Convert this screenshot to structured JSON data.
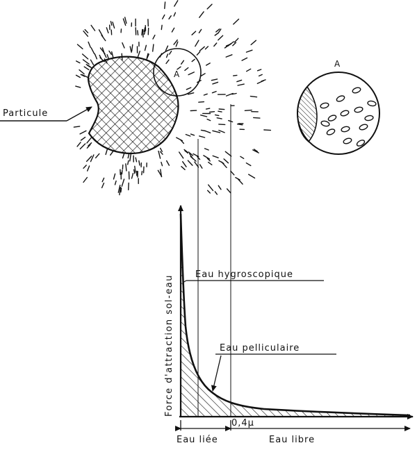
{
  "labels": {
    "particle": "Particule",
    "zoom_marker": "A",
    "zoom_title": "A",
    "y_axis": "Force d'attraction sol-eau",
    "hygroscopic": "Eau hygroscopique",
    "pellicular": "Eau pelliculaire",
    "distance": "0,4µ",
    "bound_water": "Eau liée",
    "free_water": "Eau libre"
  },
  "colors": {
    "ink": "#111111",
    "paper": "#ffffff"
  }
}
